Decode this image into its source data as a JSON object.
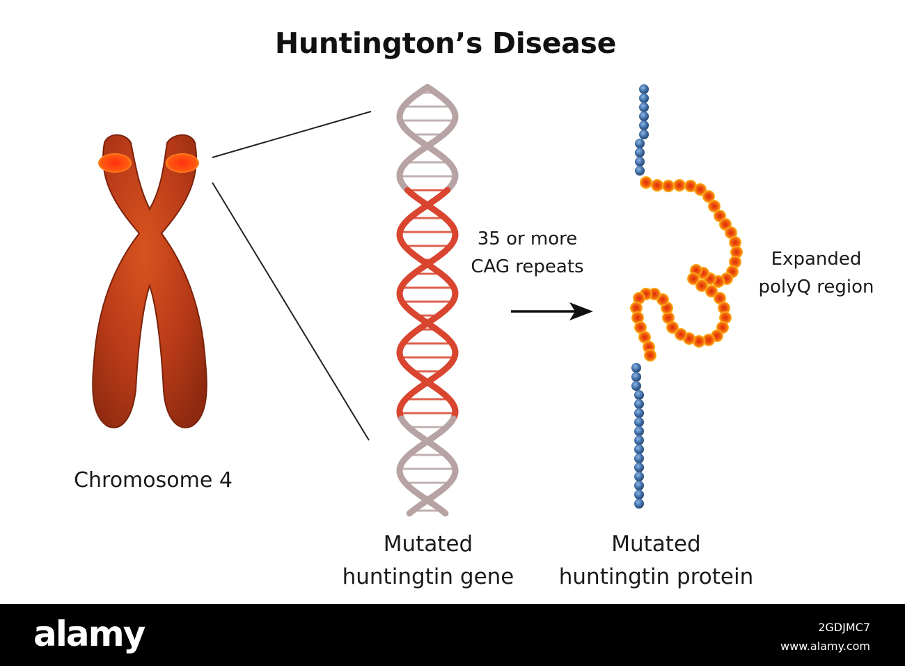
{
  "title": "Huntington’s Disease",
  "labels": {
    "chromosome": "Chromosome 4",
    "gene": [
      "Mutated",
      "huntingtin gene"
    ],
    "protein": [
      "Mutated",
      "huntingtin protein"
    ],
    "cag": [
      "35 or more",
      "CAG repeats"
    ],
    "polyq": [
      "Expanded",
      "polyQ region"
    ]
  },
  "footer": {
    "brand": "alamy",
    "image_id": "2GDJMC7",
    "site": "www.alamy.com"
  },
  "colors": {
    "chromosome": "#c0371a",
    "chromosome_tip": "#ff4a1a",
    "dna_mutated": "#d9452f",
    "dna_normal": "#b7a3a3",
    "protein_normal": "#3f6fa8",
    "protein_expanded": "#f2a20c"
  },
  "icons": [
    "chromosome-illustration",
    "dna-helix",
    "protein-chain",
    "arrow-right-icon"
  ]
}
